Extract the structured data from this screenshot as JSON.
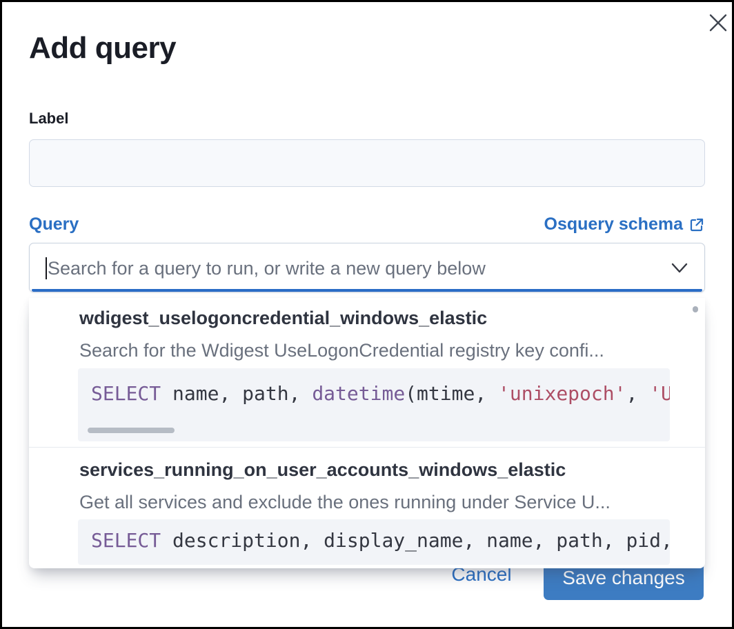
{
  "modal": {
    "title": "Add query"
  },
  "icons": {
    "close": "close-icon",
    "external_link": "external-link-icon",
    "chevron": "chevron-down-icon"
  },
  "label_field": {
    "label": "Label",
    "value": ""
  },
  "query_field": {
    "label": "Query",
    "schema_link_label": "Osquery schema",
    "placeholder": "Search for a query to run, or write a new query below"
  },
  "dropdown": {
    "options": [
      {
        "title": "wdigest_uselogoncredential_windows_elastic",
        "description": "Search for the Wdigest UseLogonCredential registry key confi...",
        "code": [
          {
            "t": "SELECT",
            "type": "keyword"
          },
          {
            "t": " name, path, ",
            "type": "plain"
          },
          {
            "t": "datetime",
            "type": "keyword"
          },
          {
            "t": "(mtime, ",
            "type": "plain"
          },
          {
            "t": "'unixepoch'",
            "type": "string"
          },
          {
            "t": ", ",
            "type": "plain"
          },
          {
            "t": "'U",
            "type": "string"
          }
        ]
      },
      {
        "title": "services_running_on_user_accounts_windows_elastic",
        "description": "Get all services and exclude the ones running under Service U...",
        "code": [
          {
            "t": "SELECT",
            "type": "keyword"
          },
          {
            "t": " description, display_name, name, path, pid,",
            "type": "plain"
          }
        ]
      }
    ]
  },
  "footer": {
    "cancel_label": "Cancel",
    "save_label": "Save changes"
  },
  "colors": {
    "link_blue": "#2a6fc3",
    "save_button_blue": "#3d7cc2",
    "focus_line_blue": "#2a6cc6",
    "keyword_purple": "#765b96",
    "string_rose": "#ad4e65",
    "code_background": "#f2f4f8",
    "text_dark": "#343741",
    "text_gray": "#69707d",
    "border_gray": "#d3dae6"
  }
}
